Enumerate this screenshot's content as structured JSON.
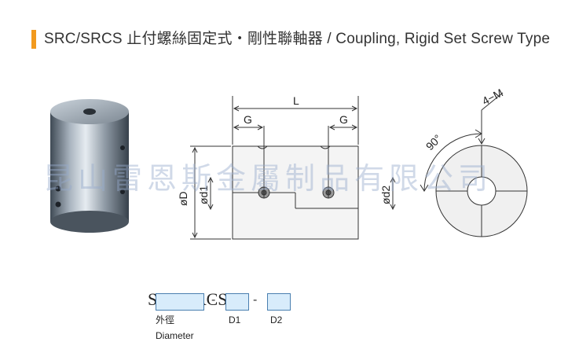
{
  "header": {
    "title": "SRC/SRCS 止付螺絲固定式・剛性聯軸器 / Coupling, Rigid Set Screw Type",
    "accent_color": "#f29a1e"
  },
  "drawing": {
    "length_label": "L",
    "gap_left_label": "G",
    "gap_right_label": "G",
    "outer_diameter_label": "øD",
    "bore1_label": "ød1",
    "bore2_label": "ød2",
    "angle_label": "90°",
    "screw_label": "4−M"
  },
  "watermark": {
    "text": "昆山雷恩斯金屬制品有限公司"
  },
  "ordering": {
    "prefix": "SRC/SRCS-",
    "separator_1": "-",
    "separator_2": "-",
    "diameter_cn": "外徑",
    "diameter_en": "Diameter",
    "d1": "D1",
    "d2": "D2",
    "box_color": "#d8ecfb"
  }
}
